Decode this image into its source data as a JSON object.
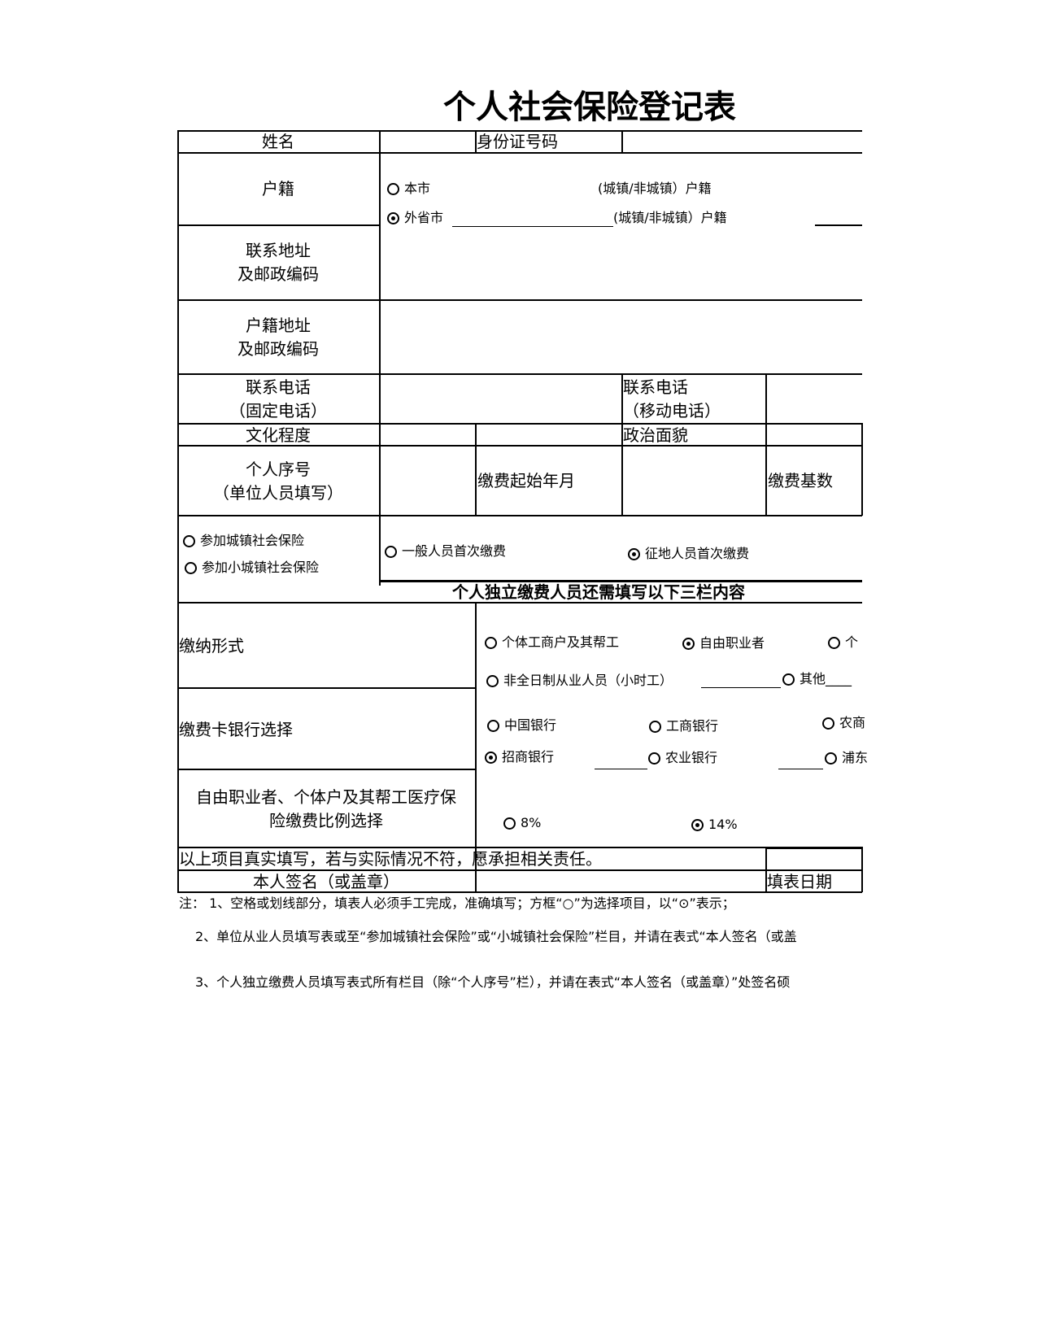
{
  "title": "个人社会保险登记表",
  "fields": {
    "name": "姓名",
    "id_number": "身份证号码",
    "household": "户籍",
    "household_local": "本市",
    "household_local_suffix": "(城镇/非城镇）户籍",
    "household_other": "外省市",
    "household_other_suffix": "(城镇/非城镇）户籍",
    "contact_address_1": "联系地址",
    "contact_address_2": "及邮政编码",
    "household_address_1": "户籍地址",
    "household_address_2": "及邮政编码",
    "phone_fixed_1": "联系电话",
    "phone_fixed_2": "（固定电话）",
    "phone_mobile_1": "联系电话",
    "phone_mobile_2": "（移动电话）",
    "education": "文化程度",
    "political": "政治面貌",
    "serial_1": "个人序号",
    "serial_2": "（单位人员填写）",
    "start_month": "缴费起始年月",
    "base": "缴费基数"
  },
  "insurance_options": [
    {
      "label": "参加城镇社会保险",
      "selected": false
    },
    {
      "label": "参加小城镇社会保险",
      "selected": false
    }
  ],
  "first_payment_options": [
    {
      "label": "一般人员首次缴费",
      "selected": false
    },
    {
      "label": "征地人员首次缴费",
      "selected": true
    }
  ],
  "independent_header": "个人独立缴费人员还需填写以下三栏内容",
  "payment_form": {
    "label": "缴纳形式",
    "options": [
      {
        "label": "个体工商户及其帮工",
        "selected": false
      },
      {
        "label": "自由职业者",
        "selected": true
      },
      {
        "label": "个",
        "selected": false
      },
      {
        "label": "非全日制从业人员（小时工）",
        "selected": false
      },
      {
        "label": "其他____",
        "selected": false
      }
    ]
  },
  "bank": {
    "label": "缴费卡银行选择",
    "options": [
      {
        "label": "中国银行",
        "selected": false
      },
      {
        "label": "工商银行",
        "selected": false
      },
      {
        "label": "农商",
        "selected": false
      },
      {
        "label": "招商银行",
        "selected": true
      },
      {
        "label": "农业银行",
        "selected": false
      },
      {
        "label": "浦东",
        "selected": false
      }
    ]
  },
  "medical_ratio": {
    "label_1": "自由职业者、个体户及其帮工医疗保",
    "label_2": "险缴费比例选择",
    "options": [
      {
        "label": "8%",
        "selected": false
      },
      {
        "label": "14%",
        "selected": true
      }
    ]
  },
  "declaration": "以上项目真实填写，若与实际情况不符，愿承担相关责任。",
  "signature": "本人签名（或盖章）",
  "fill_date": "填表日期",
  "notes": [
    "注： 1、空格或划线部分，填表人必须手工完成，准确填写；方框“○”为选择项目，以“⊙”表示；",
    "2、单位从业人员填写表或至“参加城镇社会保险”或“小城镇社会保险”栏目，并请在表式“本人签名（或盖",
    "3、个人独立缴费人员填写表式所有栏目（除“个人序号”栏），并请在表式“本人签名（或盖章）”处签名硕"
  ]
}
